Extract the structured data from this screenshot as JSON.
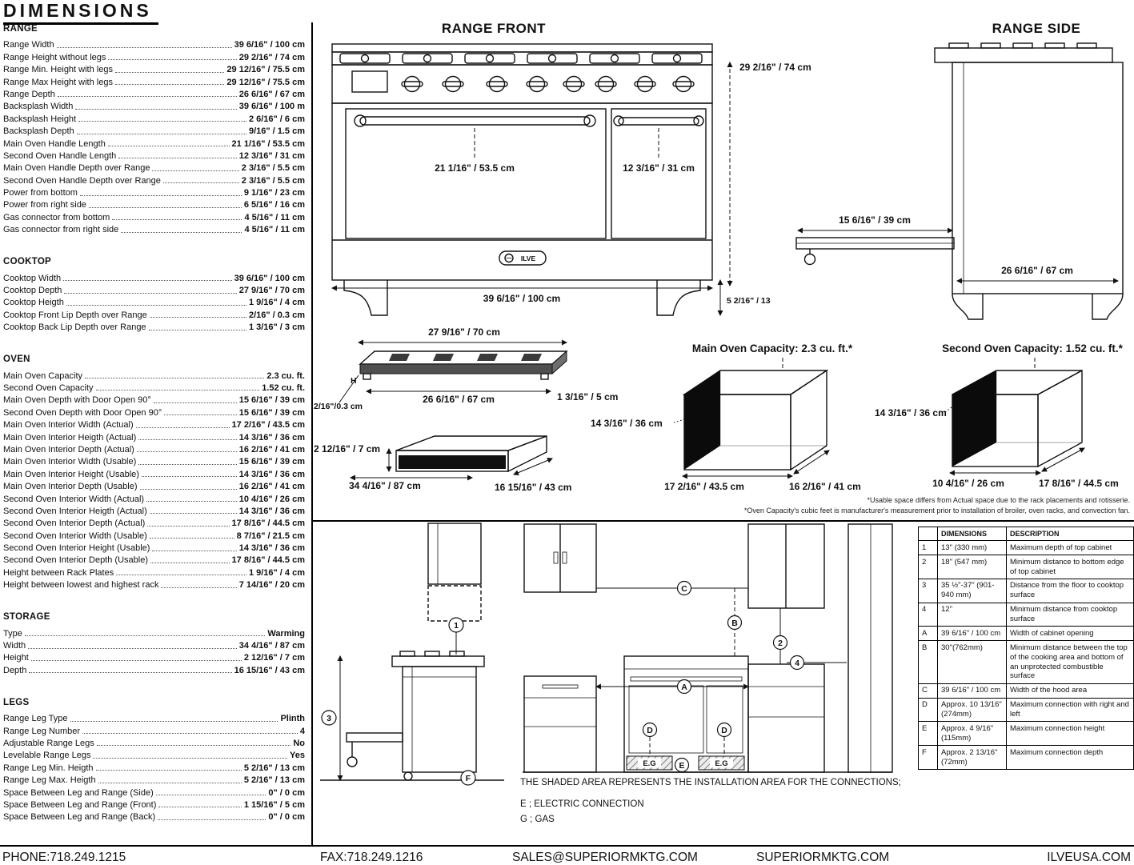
{
  "title": "DIMENSIONS",
  "specs": {
    "range": {
      "heading": "RANGE",
      "rows": [
        {
          "label": "Range Width",
          "value": "39 6/16\" / 100 cm"
        },
        {
          "label": "Range Height without legs",
          "value": "29 2/16\" / 74 cm"
        },
        {
          "label": "Range Min. Height with legs",
          "value": "29 12/16\" / 75.5 cm"
        },
        {
          "label": "Range Max Height with legs",
          "value": "29 12/16\" / 75.5 cm"
        },
        {
          "label": "Range Depth",
          "value": "26 6/16\" / 67 cm"
        },
        {
          "label": "Backsplash Width",
          "value": "39 6/16\" / 100 m"
        },
        {
          "label": "Backsplash Height",
          "value": "2 6/16\" / 6 cm"
        },
        {
          "label": "Backsplash Depth",
          "value": "9/16\" / 1.5 cm"
        },
        {
          "label": "Main Oven Handle Length",
          "value": "21 1/16\" / 53.5 cm"
        },
        {
          "label": "Second Oven Handle Length",
          "value": "12 3/16\" / 31 cm"
        },
        {
          "label": "Main Oven Handle Depth over Range",
          "value": "2 3/16\" / 5.5 cm"
        },
        {
          "label": "Second Oven Handle Depth over Range",
          "value": "2 3/16\" / 5.5 cm"
        },
        {
          "label": "Power from bottom",
          "value": "9 1/16\" / 23 cm"
        },
        {
          "label": "Power from right side",
          "value": "6 5/16\" / 16 cm"
        },
        {
          "label": "Gas connector from bottom",
          "value": "4 5/16\" / 11 cm"
        },
        {
          "label": "Gas connector from right side",
          "value": "4 5/16\" / 11 cm"
        }
      ]
    },
    "cooktop": {
      "heading": "COOKTOP",
      "rows": [
        {
          "label": "Cooktop Width",
          "value": "39 6/16\" / 100 cm"
        },
        {
          "label": "Cooktop Depth",
          "value": "27 9/16\" / 70 cm"
        },
        {
          "label": "Cooktop Heigth",
          "value": "1 9/16\" / 4 cm"
        },
        {
          "label": "Cooktop Front Lip Depth over Range",
          "value": "2/16\" / 0.3 cm"
        },
        {
          "label": "Cooktop Back Lip Depth over Range",
          "value": "1 3/16\" / 3 cm"
        }
      ]
    },
    "oven": {
      "heading": "OVEN",
      "rows": [
        {
          "label": "Main Oven Capacity",
          "value": "2.3 cu. ft."
        },
        {
          "label": "Second Oven Capacity",
          "value": "1.52 cu. ft."
        },
        {
          "label": "Main Oven Depth with Door Open 90°",
          "value": "15 6/16\" / 39 cm"
        },
        {
          "label": "Second Oven Depth with Door Open 90°",
          "value": "15 6/16\" / 39 cm"
        },
        {
          "label": "Main Oven Interior Width (Actual)",
          "value": "17 2/16\" / 43.5 cm"
        },
        {
          "label": "Main Oven Interior Heigth (Actual)",
          "value": "14 3/16\" / 36 cm"
        },
        {
          "label": "Main Oven Interior Depth (Actual)",
          "value": "16 2/16\" / 41 cm"
        },
        {
          "label": "Main Oven Interior Width (Usable)",
          "value": "15 6/16\" / 39 cm"
        },
        {
          "label": "Main Oven Interior Height (Usable)",
          "value": "14 3/16\" / 36 cm"
        },
        {
          "label": "Main Oven Interior Depth (Usable)",
          "value": "16 2/16\" / 41 cm"
        },
        {
          "label": "Second Oven Interior Width (Actual)",
          "value": "10 4/16\" / 26 cm"
        },
        {
          "label": "Second Oven Interior Heigth (Actual)",
          "value": "14 3/16\" / 36 cm"
        },
        {
          "label": "Second Oven Interior Depth (Actual)",
          "value": "17 8/16\" / 44.5 cm"
        },
        {
          "label": "Second Oven Interior Width (Usable)",
          "value": "8 7/16\" / 21.5 cm"
        },
        {
          "label": "Second Oven Interior Height (Usable)",
          "value": "14 3/16\" / 36 cm"
        },
        {
          "label": "Second Oven Interior Depth (Usable)",
          "value": "17 8/16\" / 44.5 cm"
        },
        {
          "label": "Height between Rack Plates",
          "value": "1 9/16\" / 4 cm"
        },
        {
          "label": "Height between lowest and highest rack",
          "value": "7 14/16\" / 20 cm"
        }
      ]
    },
    "storage": {
      "heading": "STORAGE",
      "rows": [
        {
          "label": "Type",
          "value": "Warming"
        },
        {
          "label": "Width",
          "value": "34 4/16\" / 87 cm"
        },
        {
          "label": "Height",
          "value": "2 12/16\" / 7 cm"
        },
        {
          "label": "Depth",
          "value": "16 15/16\" / 43 cm"
        }
      ]
    },
    "legs": {
      "heading": "LEGS",
      "rows": [
        {
          "label": "Range Leg Type",
          "value": "Plinth"
        },
        {
          "label": "Range Leg Number",
          "value": "4"
        },
        {
          "label": "Adjustable Range Legs",
          "value": "No"
        },
        {
          "label": "Levelable Range Legs",
          "value": "Yes"
        },
        {
          "label": "Range Leg Min. Heigth",
          "value": "5 2/16\" / 13 cm"
        },
        {
          "label": "Range Leg Max. Heigth",
          "value": "5 2/16\" / 13 cm"
        },
        {
          "label": "Space Between Leg and Range (Side)",
          "value": "0\" / 0 cm"
        },
        {
          "label": "Space Between Leg and Range (Front)",
          "value": "1 15/16\" / 5 cm"
        },
        {
          "label": "Space Between Leg and Range (Back)",
          "value": "0\" / 0 cm"
        }
      ]
    }
  },
  "drawings": {
    "front": {
      "title": "RANGE FRONT",
      "brand": "ILVE",
      "height": "29 2/16\" / 74 cm",
      "width": "39 6/16\" / 100 cm",
      "leg_height": "5 2/16\" / 13",
      "main_handle": "21 1/16\" / 53.5 cm",
      "second_handle": "12 3/16\" / 31 cm"
    },
    "side": {
      "title": "RANGE SIDE",
      "door_depth": "15 6/16\" / 39 cm",
      "depth": "26 6/16\" / 67 cm"
    },
    "cooktop": {
      "width": "27 9/16\" / 70 cm",
      "inner_width": "26 6/16\" / 67 cm",
      "side_lip": "1 3/16\" / 5 cm",
      "h_label": "H",
      "front_lip": "2/16\"/0.3 cm"
    },
    "storage": {
      "height": "2 12/16\" / 7 cm",
      "width": "34 4/16\" / 87 cm",
      "depth": "16 15/16\" / 43 cm"
    },
    "main_oven": {
      "title": "Main Oven Capacity: 2.3 cu. ft.*",
      "height": "14 3/16\" / 36 cm",
      "width": "17 2/16\" / 43.5 cm",
      "depth": "16 2/16\" / 41 cm"
    },
    "second_oven": {
      "title": "Second Oven Capacity: 1.52 cu. ft.*",
      "height": "14 3/16\" / 36 cm",
      "width": "10 4/16\" / 26 cm",
      "depth": "17 8/16\" / 44.5 cm"
    },
    "footnotes": [
      "*Usable space differs from Actual space due to the rack placements and rotisserie.",
      "*Oven Capacity's cubic feet is manufacturer's measurement prior to installation of broiler, oven racks, and convection fan."
    ]
  },
  "installation": {
    "markers": {
      "n1": "1",
      "n2": "2",
      "n3": "3",
      "n4": "4",
      "A": "A",
      "B": "B",
      "C": "C",
      "D": "D",
      "E": "E",
      "F": "F"
    },
    "shaded_label": "E.G",
    "note": "THE SHADED AREA REPRESENTS THE INSTALLATION AREA FOR THE CONNECTIONS;",
    "electric": "E ; ELECTRIC CONNECTION",
    "gas": "G ; GAS"
  },
  "table": {
    "headers": {
      "dimensions": "DIMENSIONS",
      "description": "DESCRIPTION"
    },
    "rows": [
      {
        "ref": "1",
        "dimensions": "13\" (330 mm)",
        "description": "Maximum depth of top cabinet"
      },
      {
        "ref": "2",
        "dimensions": "18\" (547 mm)",
        "description": "Minimum distance to bottom edge of top cabinet"
      },
      {
        "ref": "3",
        "dimensions": "35 ½\"-37\" (901-940 mm)",
        "description": "Distance from the floor to cooktop surface"
      },
      {
        "ref": "4",
        "dimensions": "12\"",
        "description": "Minimum distance from cooktop surface"
      },
      {
        "ref": "A",
        "dimensions": "39 6/16\" / 100 cm",
        "description": "Width of cabinet opening"
      },
      {
        "ref": "B",
        "dimensions": "30\"(762mm)",
        "description": "Minimum distance between the top of the cooking area and bottom of an unprotected combustible surface"
      },
      {
        "ref": "C",
        "dimensions": "39 6/16\" / 100 cm",
        "description": "Width of the hood area"
      },
      {
        "ref": "D",
        "dimensions": "Approx. 10 13/16\" (274mm)",
        "description": "Maximum connection with right and left"
      },
      {
        "ref": "E",
        "dimensions": "Approx. 4 9/16\" (115mm)",
        "description": "Maximum connection height"
      },
      {
        "ref": "F",
        "dimensions": "Approx. 2 13/16\" (72mm)",
        "description": "Maximum connection depth"
      }
    ]
  },
  "footer": {
    "phone": "PHONE:718.249.1215",
    "fax": "FAX:718.249.1216",
    "email": "SALES@SUPERIORMKTG.COM",
    "website": "SUPERIORMKTG.COM",
    "brand_site": "ILVEUSA.COM"
  }
}
